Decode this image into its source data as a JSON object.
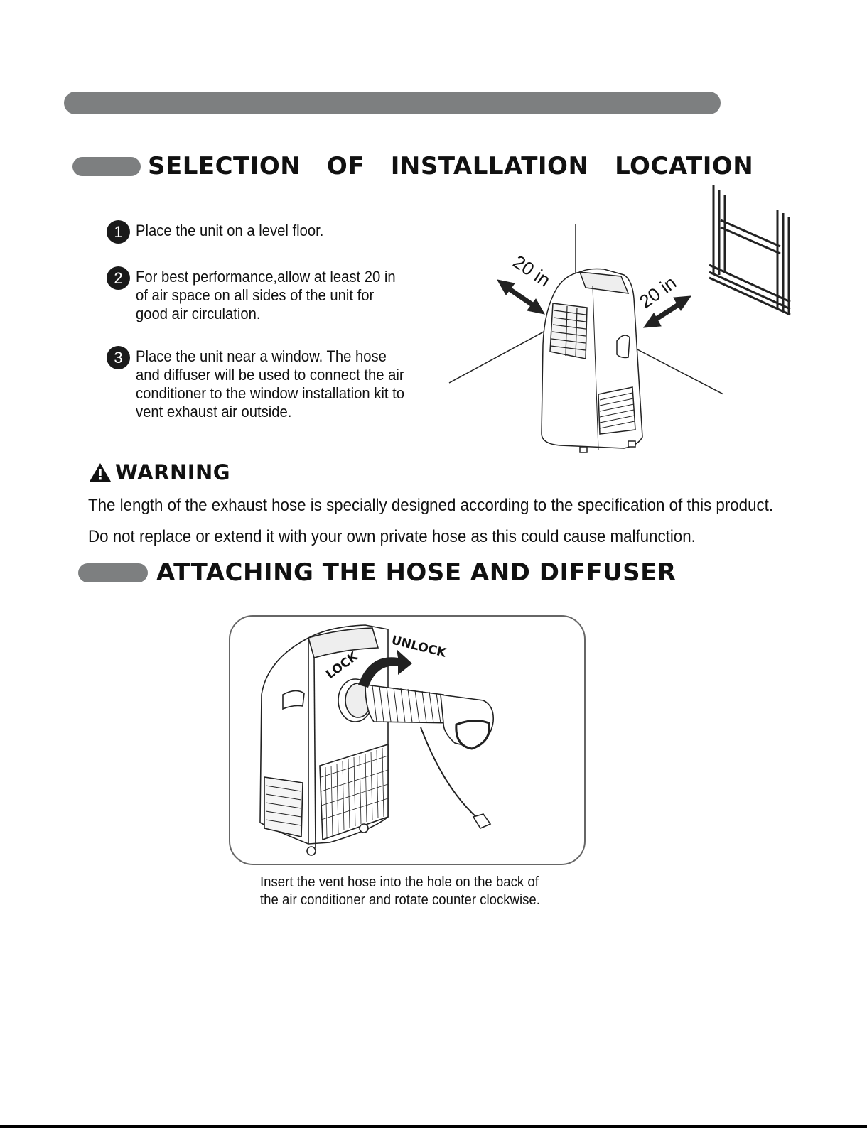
{
  "section1": {
    "title": "SELECTION  OF  INSTALLATION  LOCATION"
  },
  "steps": [
    {
      "num": "1",
      "text": "Place the unit on a level floor."
    },
    {
      "num": "2",
      "text": "For best performance,allow at least 20 in of air space on all sides of the unit for good air circulation."
    },
    {
      "num": "3",
      "text": "Place the unit near a window. The hose and diffuser will be used to connect the air conditioner to the window installation kit to vent exhaust air outside."
    }
  ],
  "diagram1": {
    "left_label": "20 in",
    "right_label": "20 in"
  },
  "warning": {
    "title": "WARNING",
    "line1": "The length of the exhaust hose is specially designed according to the specification of this product.",
    "line2": "Do not replace or extend it with your own private hose as this could cause malfunction."
  },
  "section2": {
    "title": "ATTACHING THE HOSE AND DIFFUSER"
  },
  "diagram2": {
    "lock_label": "LOCK",
    "unlock_label": "UNLOCK"
  },
  "caption": {
    "line1": "Insert the vent hose into the hole on the back of",
    "line2": "the air conditioner and rotate counter clockwise."
  },
  "icons": [
    "warning-triangle-icon"
  ]
}
